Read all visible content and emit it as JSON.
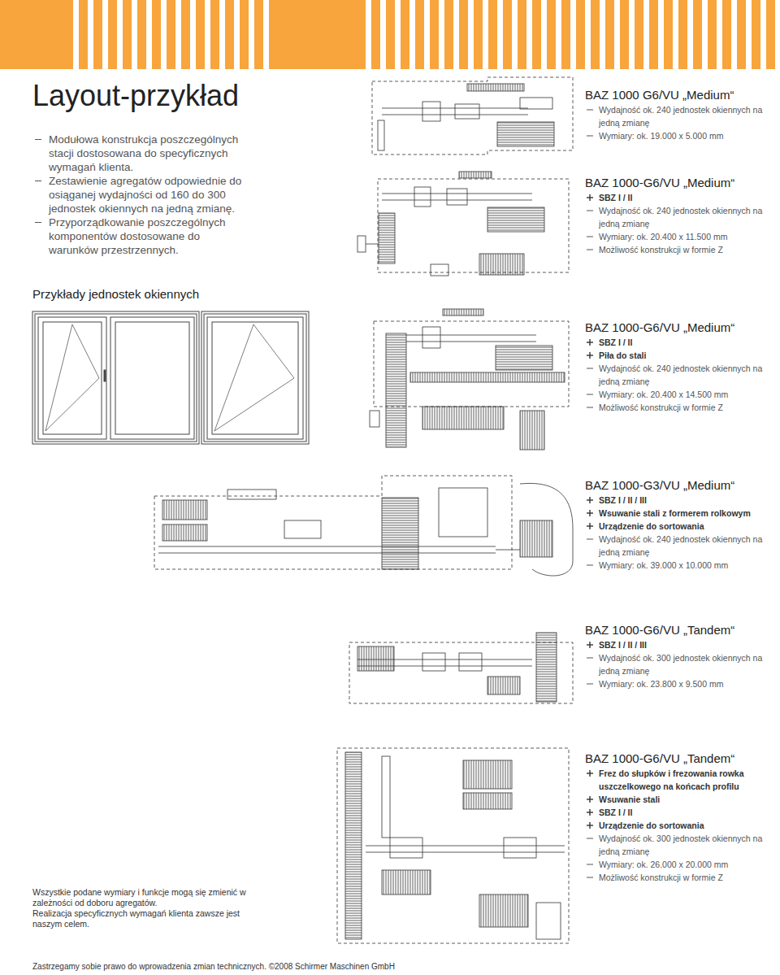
{
  "diagram": {
    "title": "Layout-przykład",
    "labels": [
      "Modułowa konstrukcja poszczególnych stacji dostosowana do specyficznych wymagań klienta.",
      "Zestawienie agregatów odpowiednie do osiąganej wydajności od 160 do 300 jednostek okiennych na jedną zmianę.",
      "Przyporządkowanie poszczególnych komponentów dostosowane do warunków przestrzennych.",
      "Przykłady jednostek okiennych",
      "BAZ 1000 G6/VU „Medium“",
      "Wydajność ok. 240 jednostek okiennych na jedną zmianę",
      "Wymiary: ok. 19.000 x 5.000 mm",
      "BAZ 1000-G6/VU „Medium“",
      "SBZ I / II",
      "Wydajność ok. 240 jednostek okiennych na jedną zmianę",
      "Wymiary: ok. 20.400 x 11.500 mm",
      "Możliwość konstrukcji w formie Z",
      "BAZ 1000-G6/VU „Medium“",
      "SBZ I / II",
      "Piła do stali",
      "Wydajność ok. 240 jednostek okiennych na jedną zmianę",
      "Wymiary: ok. 20.400 x 14.500 mm",
      "Możliwość konstrukcji w formie Z",
      "BAZ 1000-G3/VU „Medium“",
      "SBZ I / II / III",
      "Wsuwanie stali z formerem rolkowym",
      "Urządzenie do sortowania",
      "Wydajność ok. 240 jednostek okiennych na jedną zmianę",
      "Wymiary: ok. 39.000 x 10.000 mm",
      "BAZ 1000-G6/VU „Tandem“",
      "SBZ I / II / III",
      "Wydajność ok. 300 jednostek okiennych na jedną zmianę",
      "Wymiary: ok. 23.800 x 9.500 mm",
      "BAZ 1000-G6/VU „Tandem“",
      "Frez do słupków i frezowania rowka uszczelkowego na końcach profilu",
      "Wsuwanie stali",
      "SBZ I / II",
      "Urządzenie do sortowania",
      "Wydajność ok. 300 jednostek okiennych na jedną zmianę",
      "Wymiary: ok. 26.000 x 20.000 mm",
      "Możliwość konstrukcji w formie Z",
      "Wszystkie podane wymiary i funkcje mogą się zmienić w zależności od doboru agregatów.",
      "Realizacja specyficznych wymagań klienta zawsze jest naszym celem.",
      "Zastrzegamy sobie prawo do wprowadzenia zmian technicznych. ©2008 Schirmer Maschinen GmbH"
    ]
  }
}
